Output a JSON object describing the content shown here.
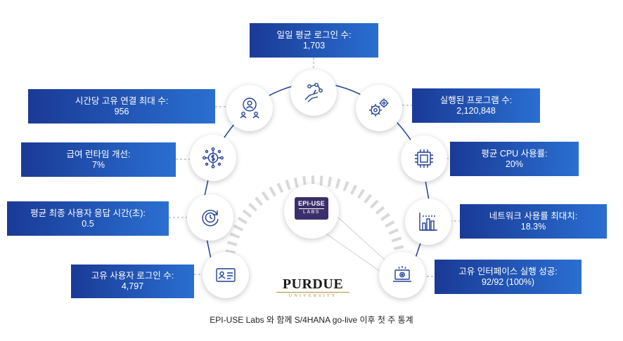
{
  "stats": {
    "daily_logins": {
      "label": "일일 평균 로그인 수:",
      "value": "1,703"
    },
    "programs_run": {
      "label": "실행된 프로그램 수:",
      "value": "2,120,848"
    },
    "avg_cpu": {
      "label": "평균 CPU 사용률:",
      "value": "20%"
    },
    "network_peak": {
      "label": "네트워크 사용률 최대치:",
      "value": "18.3%"
    },
    "interface_success": {
      "label": "고유 인터페이스 실행 성공:",
      "value": "92/92 (100%)"
    },
    "unique_logins": {
      "label": "고유 사용자 로그인 수:",
      "value": "4,797"
    },
    "response_time": {
      "label": "평균 최종 사용자 응답 시간(초):",
      "value": "0.5"
    },
    "payroll_runtime": {
      "label": "급여 런타임 개선:",
      "value": "7%"
    },
    "hourly_connections": {
      "label": "시간당 고유 연결 최대 수:",
      "value": "956"
    }
  },
  "logos": {
    "purdue_name": "PURDUE",
    "purdue_sub": "UNIVERSITY",
    "epi_top": "EPI-USE",
    "epi_bottom": "LABS"
  },
  "caption": "EPI-USE Labs 와 함께 S/4HANA go-live 이후 첫 주 통계",
  "colors": {
    "box_start": "#1a3a96",
    "box_end": "#2a6fd1",
    "icon": "#1f3f95",
    "arc": "#1f3f95"
  },
  "icons": [
    "hand-network-icon",
    "gears-icon",
    "cpu-chip-icon",
    "bar-chart-icon",
    "laptop-gear-icon",
    "id-card-icon",
    "clock-refresh-icon",
    "dollar-network-icon",
    "people-icon"
  ]
}
